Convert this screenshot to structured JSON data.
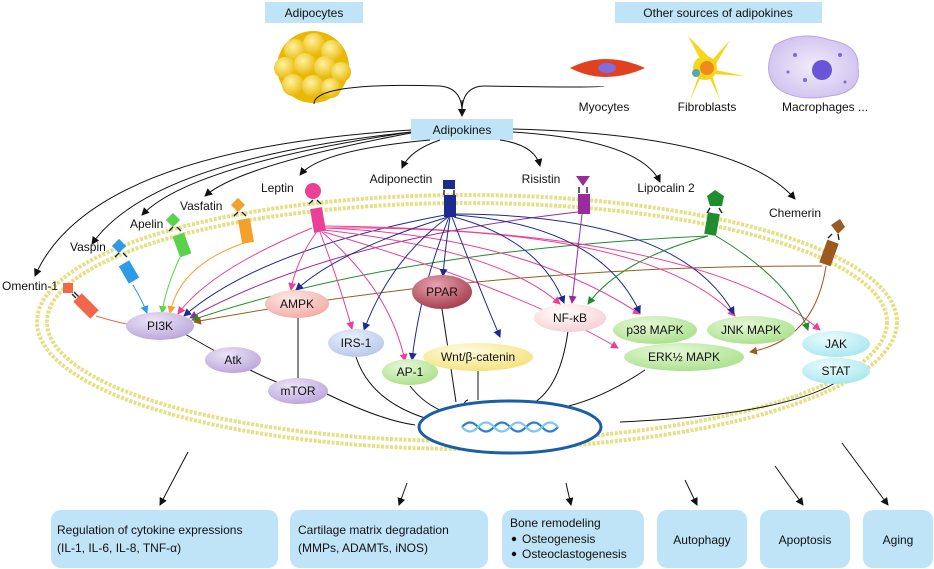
{
  "header": {
    "adipocytes": "Adipocytes",
    "other_sources": "Other sources of adipokines"
  },
  "cells": {
    "myocytes": "Myocytes",
    "fibroblasts": "Fibroblasts",
    "macrophages": "Macrophages ..."
  },
  "center": {
    "adipokines": "Adipokines"
  },
  "adipokines": [
    {
      "key": "omentin",
      "label": "Omentin-1",
      "color": "#f2664a"
    },
    {
      "key": "vaspin",
      "label": "Vaspin",
      "color": "#2d9be8"
    },
    {
      "key": "apelin",
      "label": "Apelin",
      "color": "#5cd14b"
    },
    {
      "key": "vasfatin",
      "label": "Vasfatin",
      "color": "#f2a22a"
    },
    {
      "key": "leptin",
      "label": "Leptin",
      "color": "#ee3f96"
    },
    {
      "key": "adiponectin",
      "label": "Adiponectin",
      "color": "#1c2b8f"
    },
    {
      "key": "risistin",
      "label": "Risistin",
      "color": "#9b2a9c"
    },
    {
      "key": "lipocalin",
      "label": "Lipocalin 2",
      "color": "#1f8c2e"
    },
    {
      "key": "chemerin",
      "label": "Chemerin",
      "color": "#9b5a1e"
    }
  ],
  "nodes": {
    "pi3k": "PI3K",
    "atk": "Atk",
    "mtor": "mTOR",
    "ampk": "AMPK",
    "irs1": "IRS-1",
    "ap1": "AP-1",
    "ppar": "PPAR",
    "wnt": "Wnt/β-catenin",
    "nfkb": "NF-κB",
    "p38": "p38 MAPK",
    "jnk": "JNK MAPK",
    "erk": "ERK½ MAPK",
    "jak": "JAK",
    "stat": "STAT"
  },
  "outcomes": {
    "cytokine_line1": "Regulation of cytokine expressions",
    "cytokine_line2": "(IL-1, IL-6, IL-8, TNF-α)",
    "cartilage_line1": "Cartilage matrix degradation",
    "cartilage_line2": "(MMPs, ADAMTs, iNOS)",
    "bone_line1": "Bone remodeling",
    "bone_line2": "Osteogenesis",
    "bone_line3": "Osteoclastogenesis",
    "autophagy": "Autophagy",
    "apoptosis": "Apoptosis",
    "aging": "Aging"
  },
  "colors": {
    "label_box": "#bfe3f7",
    "outcome_box": "#bfe3f7",
    "membrane": "#e6df86",
    "nucleus_border": "#1a5ea8"
  }
}
